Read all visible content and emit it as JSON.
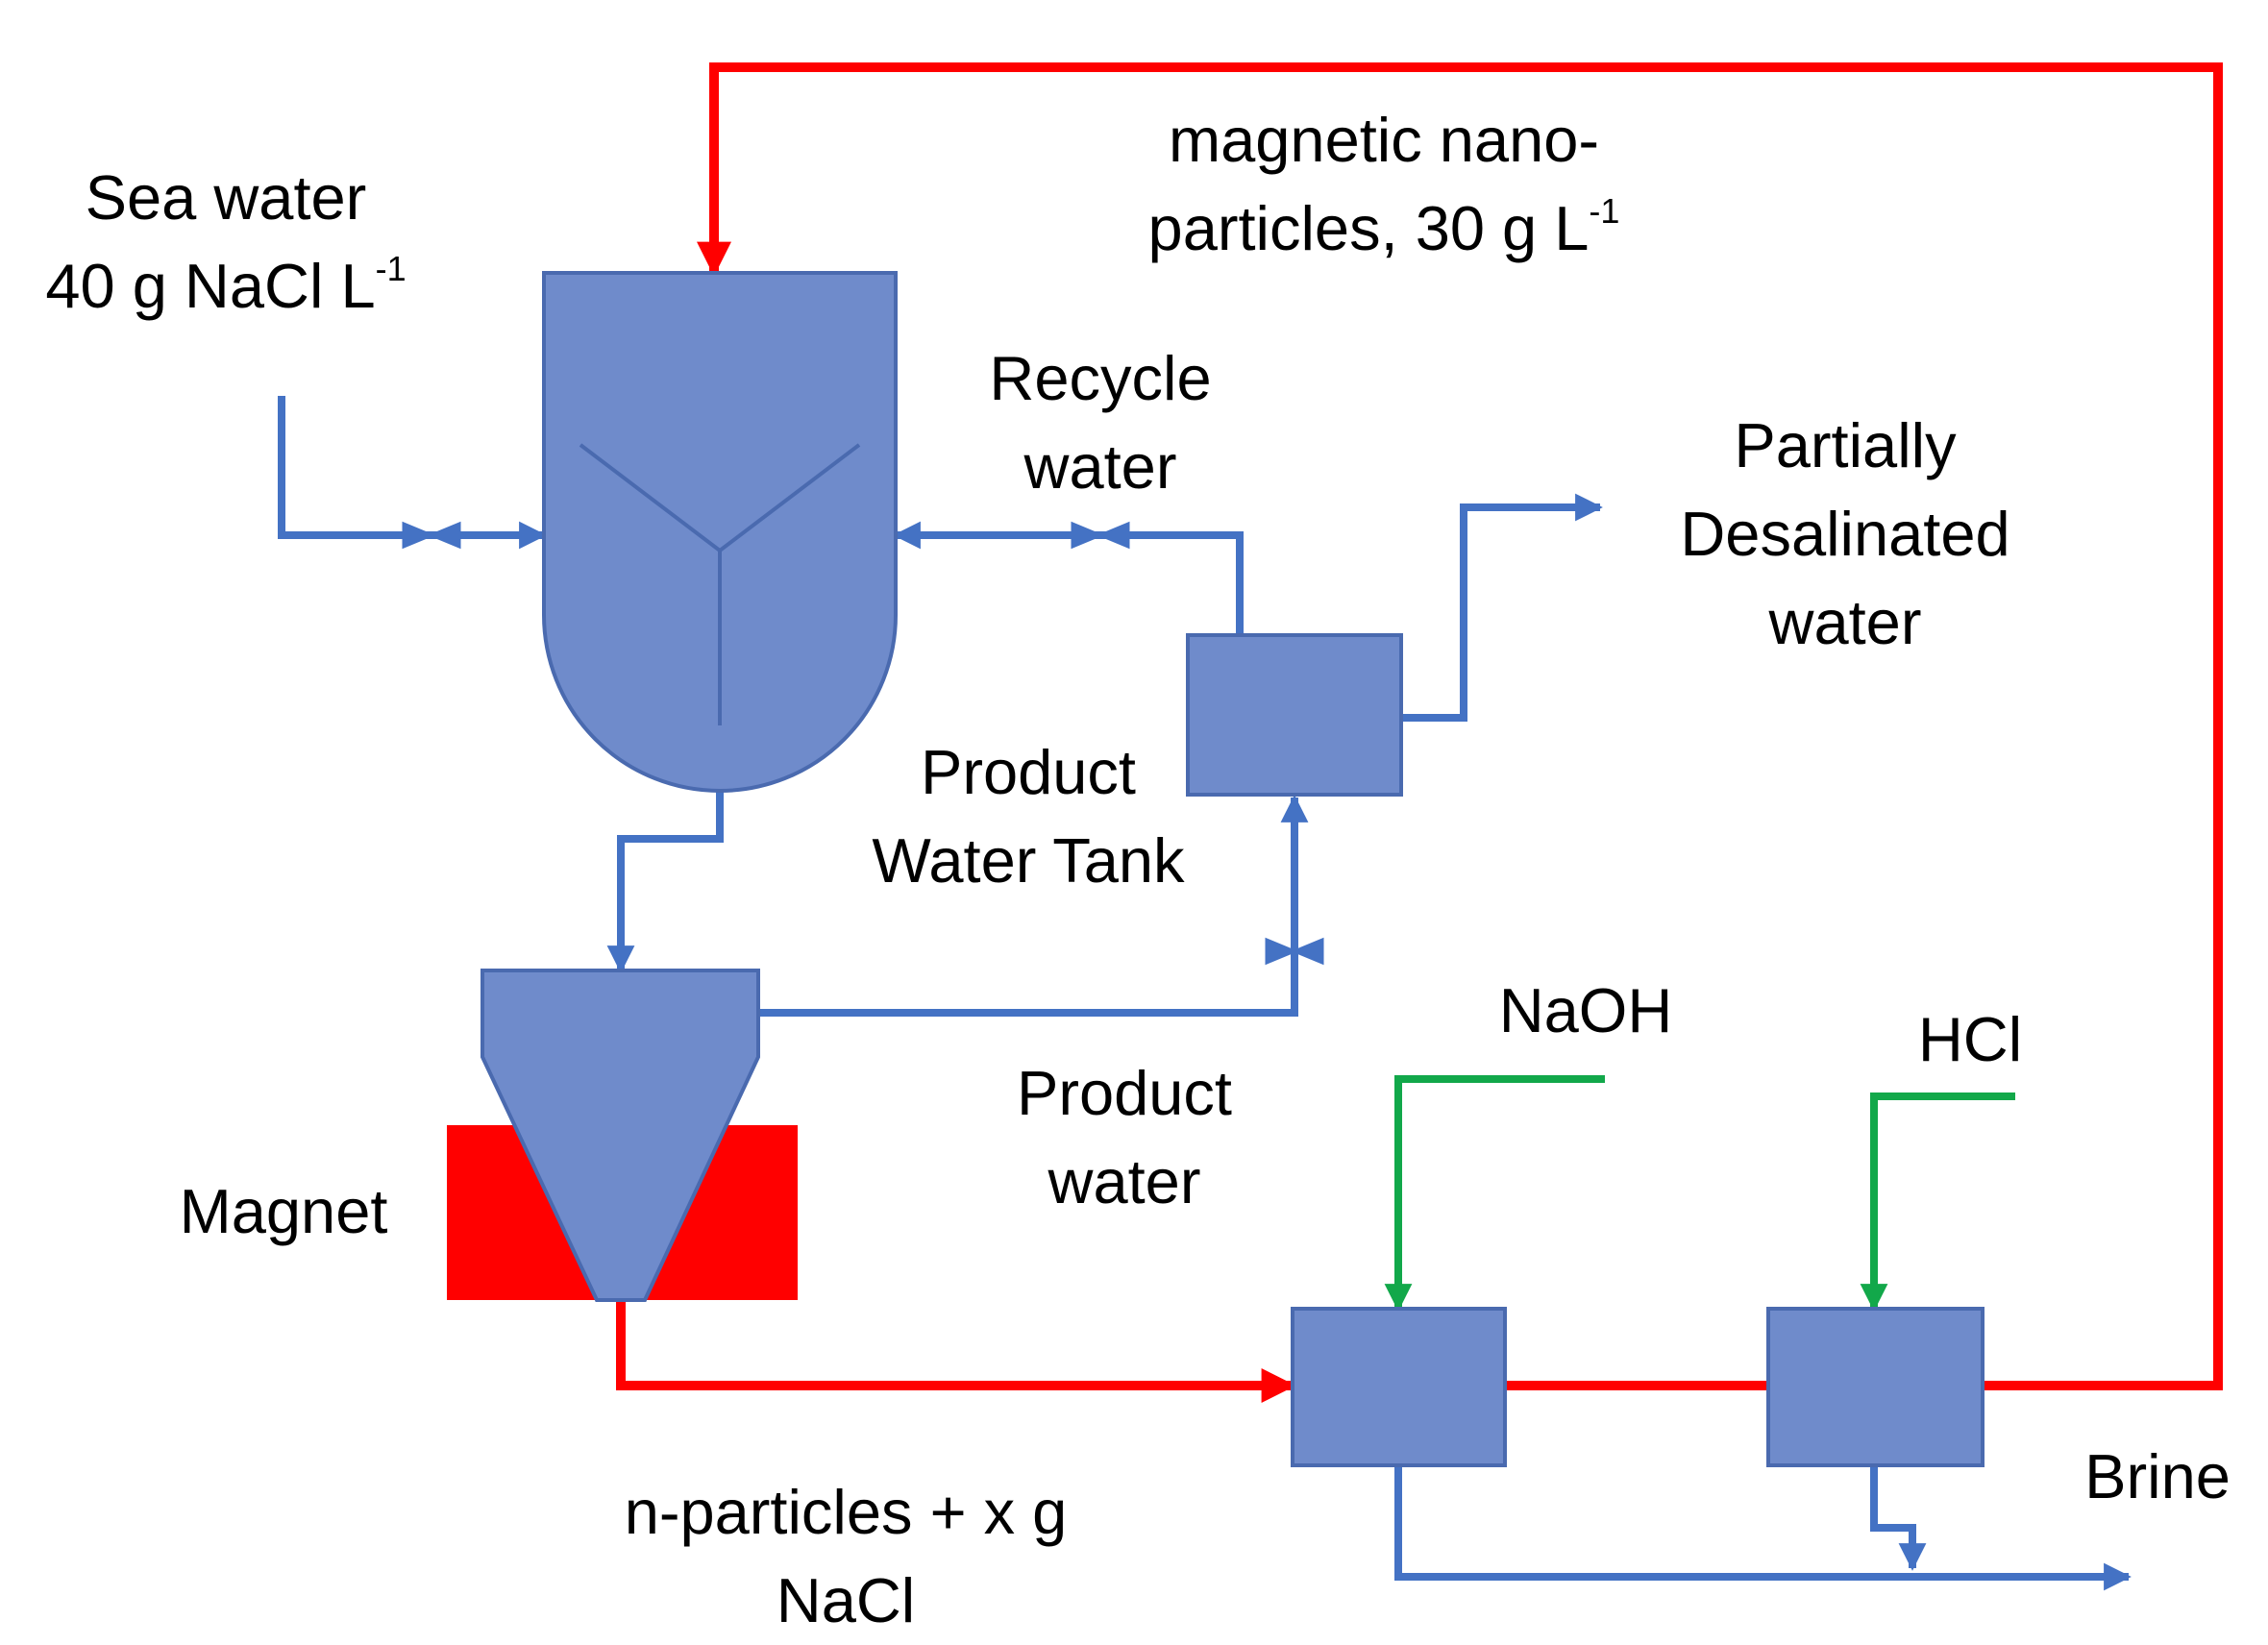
{
  "colors": {
    "equipment_fill": "#6f8bcb",
    "equipment_stroke": "#4a6aaf",
    "water_line": "#4472c4",
    "particle_line": "#ff0000",
    "reagent_line": "#12a84a",
    "magnet": "#ff0000"
  },
  "labels": {
    "sea_water": {
      "line1": "Sea water",
      "line2_main": "40 g NaCl L",
      "line2_sup": "-1"
    },
    "nanoparticles": {
      "line1": "magnetic nano-",
      "line2_main": "particles, 30 g L",
      "line2_sup": "-1"
    },
    "recycle_water": {
      "line1": "Recycle",
      "line2": "water"
    },
    "partially_desalinated": {
      "line1": "Partially",
      "line2": "Desalinated",
      "line3": "water"
    },
    "product_water_tank": {
      "line1": "Product",
      "line2": "Water Tank"
    },
    "naoh": "NaOH",
    "hcl": "HCl",
    "product_water": {
      "line1": "Product",
      "line2": "water"
    },
    "magnet": "Magnet",
    "n_particles": {
      "line1": "n-particles + x g",
      "line2": "NaCl"
    },
    "brine": "Brine"
  },
  "icons": {
    "valve": "bowtie-valve-icon",
    "arrow": "arrowhead-icon"
  }
}
